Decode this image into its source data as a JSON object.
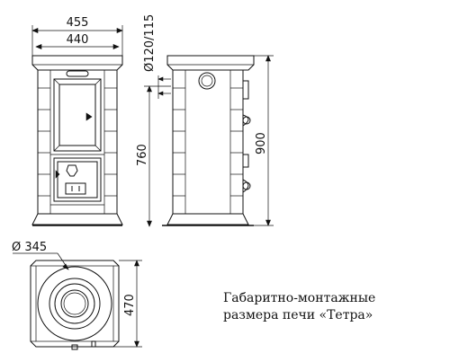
{
  "dimensions": {
    "width_outer": "455",
    "width_inner": "440",
    "flue_diameter": "Ø120/115",
    "height_flue": "760",
    "height_total": "900",
    "top_diameter": "Ø 345",
    "depth": "470"
  },
  "caption": {
    "line1": "Габаритно-монтажные",
    "line2": "размера печи «Тетра»"
  }
}
